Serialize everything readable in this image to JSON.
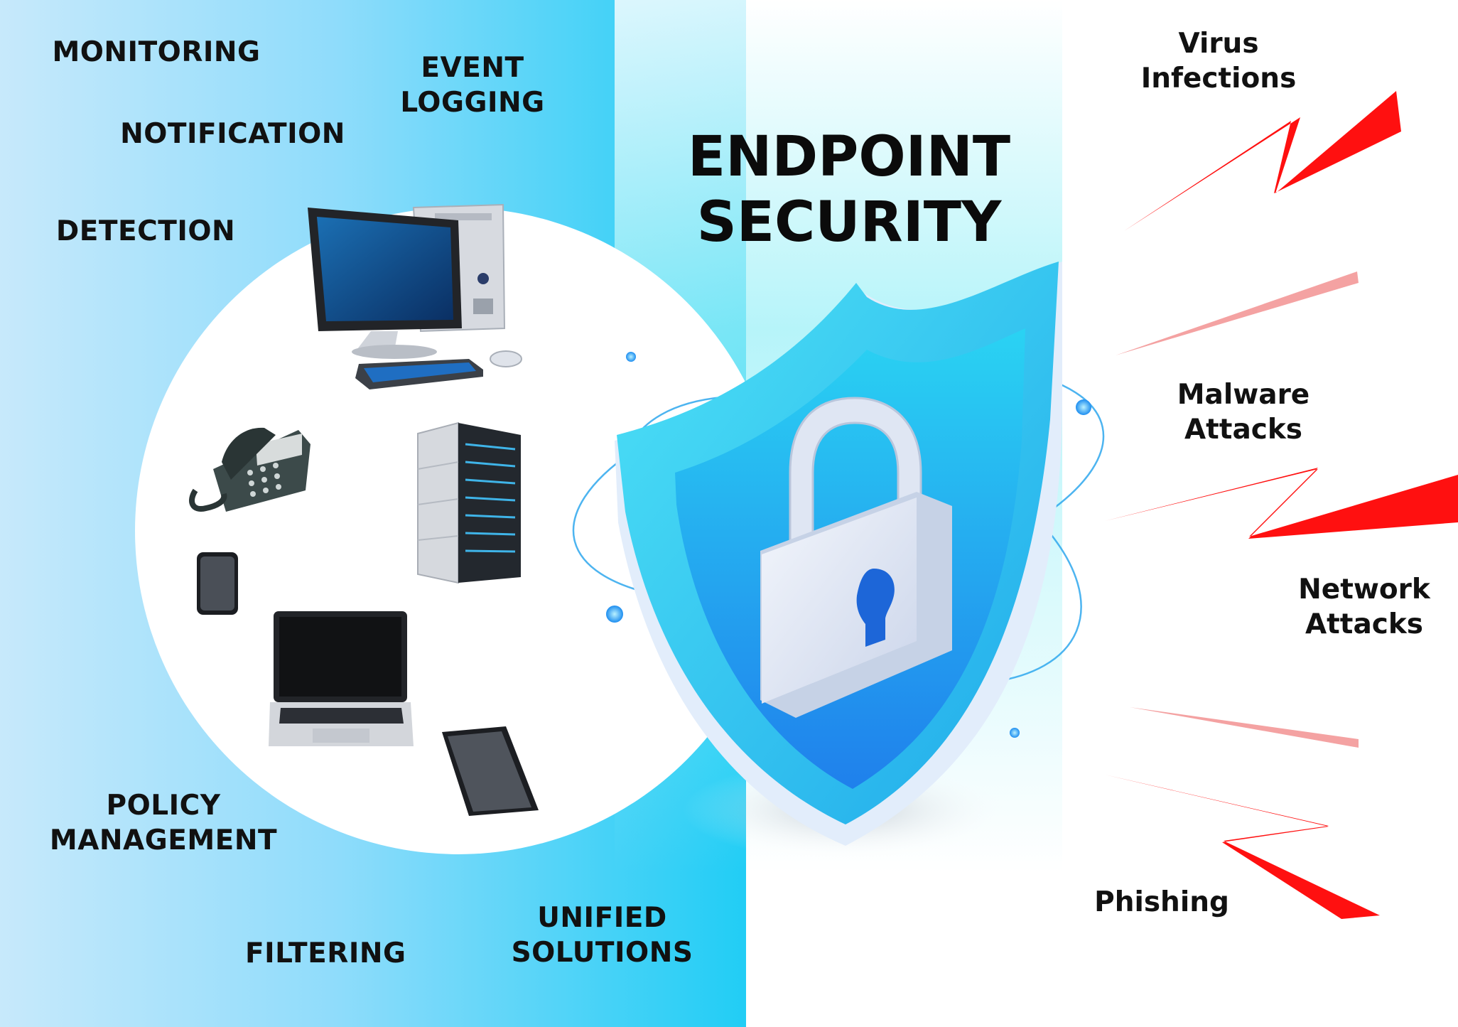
{
  "title": "ENDPOINT\nSECURITY",
  "features": {
    "monitoring": "MONITORING",
    "event_logging": "EVENT\nLOGGING",
    "notification": "NOTIFICATION",
    "detection": "DETECTION",
    "policy_management": "POLICY\nMANAGEMENT",
    "filtering": "FILTERING",
    "unified_solutions": "UNIFIED\nSOLUTIONS"
  },
  "threats": {
    "virus_infections": "Virus\nInfections",
    "malware_attacks": "Malware\nAttacks",
    "network_attacks": "Network\nAttacks",
    "phishing": "Phishing"
  },
  "colors": {
    "threat_red": "#ff1010",
    "shield_blue": "#2c8cf0",
    "shield_cyan": "#22d4f2",
    "text_dark": "#111111"
  },
  "icons": [
    "desktop-computer-icon",
    "desk-phone-icon",
    "server-tower-icon",
    "smartphone-icon",
    "laptop-icon",
    "tablet-icon",
    "shield-icon",
    "padlock-icon",
    "lightning-bolt-icon"
  ]
}
